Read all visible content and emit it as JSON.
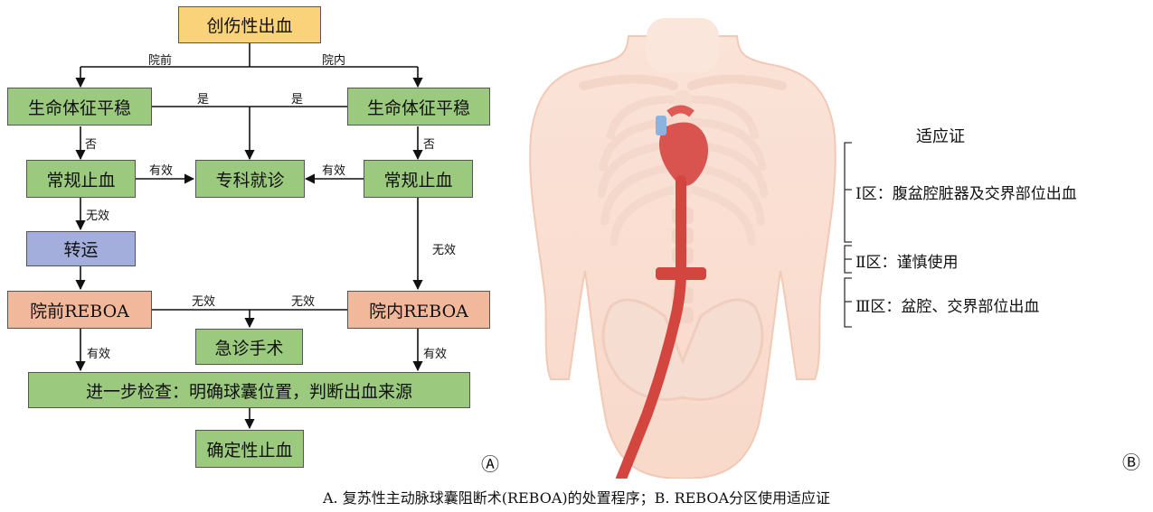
{
  "panel_a": {
    "nodes": {
      "trauma": "创伤性出血",
      "stable_left": "生命体征平稳",
      "stable_right": "生命体征平稳",
      "hemostasis_left": "常规止血",
      "specialist": "专科就诊",
      "hemostasis_right": "常规止血",
      "transfer": "转运",
      "reboa_prehospital": "院前REBOA",
      "emergency_surgery": "急诊手术",
      "reboa_inhospital": "院内REBOA",
      "further_exam": "进一步检查：明确球囊位置，判断出血来源",
      "definitive": "确定性止血"
    },
    "edge_labels": {
      "prehospital": "院前",
      "inhospital": "院内",
      "yes_left": "是",
      "yes_right": "是",
      "no_left": "否",
      "no_right": "否",
      "effective_left": "有效",
      "effective_right": "有效",
      "ineffective_left": "无效",
      "ineffective_right": "无效",
      "ineffective_mid_left": "无效",
      "ineffective_mid_right": "无效",
      "effective_bottom_left": "有效",
      "effective_bottom_right": "有效"
    },
    "marker": "Ⓐ",
    "colors": {
      "yellow": "#f9d27a",
      "green": "#9bc97e",
      "blue": "#a3aedd",
      "salmon": "#f2b89c"
    }
  },
  "panel_b": {
    "header": "适应证",
    "zones": [
      {
        "zone": "Ⅰ区：",
        "text": "腹盆腔脏器及交界部位出血"
      },
      {
        "zone": "Ⅱ区：",
        "text": "谨慎使用"
      },
      {
        "zone": "Ⅲ区：",
        "text": "盆腔、交界部位出血"
      }
    ],
    "marker": "Ⓑ"
  },
  "caption": "A. 复苏性主动脉球囊阻断术(REBOA)的处置程序；B. REBOA分区使用适应证"
}
